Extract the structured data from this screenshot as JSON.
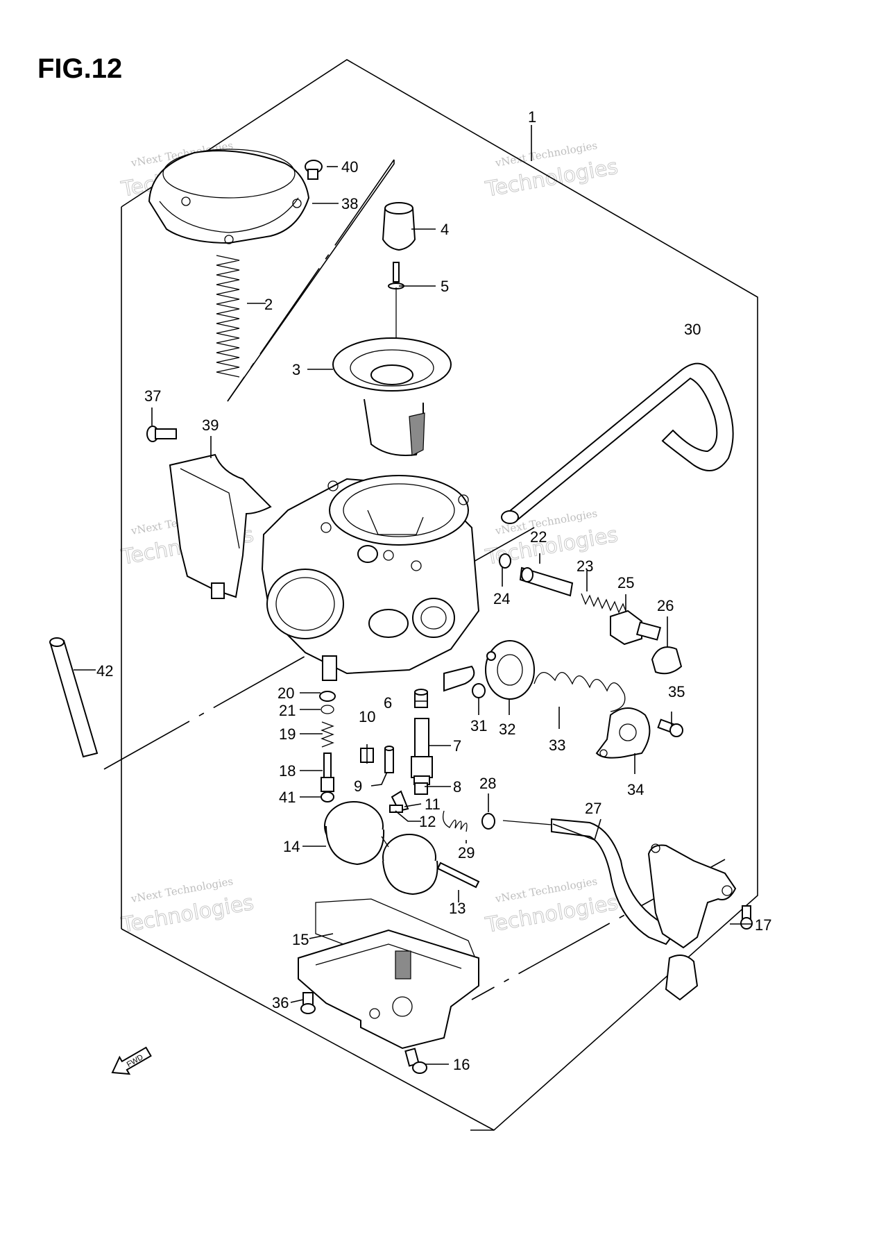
{
  "figure": {
    "title": "FIG.12",
    "fwd_label": "FWD"
  },
  "watermark": {
    "line1": "vNext Technologies",
    "line2": "vNext",
    "line3": "Technologies"
  },
  "callouts": [
    {
      "id": "1",
      "label": "1"
    },
    {
      "id": "2",
      "label": "2"
    },
    {
      "id": "3",
      "label": "3"
    },
    {
      "id": "4",
      "label": "4"
    },
    {
      "id": "5",
      "label": "5"
    },
    {
      "id": "6",
      "label": "6"
    },
    {
      "id": "7",
      "label": "7"
    },
    {
      "id": "8",
      "label": "8"
    },
    {
      "id": "9",
      "label": "9"
    },
    {
      "id": "10",
      "label": "10"
    },
    {
      "id": "11",
      "label": "11"
    },
    {
      "id": "12",
      "label": "12"
    },
    {
      "id": "13",
      "label": "13"
    },
    {
      "id": "14",
      "label": "14"
    },
    {
      "id": "15",
      "label": "15"
    },
    {
      "id": "16",
      "label": "16"
    },
    {
      "id": "17",
      "label": "17"
    },
    {
      "id": "18",
      "label": "18"
    },
    {
      "id": "19",
      "label": "19"
    },
    {
      "id": "20",
      "label": "20"
    },
    {
      "id": "21",
      "label": "21"
    },
    {
      "id": "22",
      "label": "22"
    },
    {
      "id": "23",
      "label": "23"
    },
    {
      "id": "24",
      "label": "24"
    },
    {
      "id": "25",
      "label": "25"
    },
    {
      "id": "26",
      "label": "26"
    },
    {
      "id": "27",
      "label": "27"
    },
    {
      "id": "28",
      "label": "28"
    },
    {
      "id": "29",
      "label": "29"
    },
    {
      "id": "30",
      "label": "30"
    },
    {
      "id": "31",
      "label": "31"
    },
    {
      "id": "32",
      "label": "32"
    },
    {
      "id": "33",
      "label": "33"
    },
    {
      "id": "34",
      "label": "34"
    },
    {
      "id": "35",
      "label": "35"
    },
    {
      "id": "36",
      "label": "36"
    },
    {
      "id": "37",
      "label": "37"
    },
    {
      "id": "38",
      "label": "38"
    },
    {
      "id": "39",
      "label": "39"
    },
    {
      "id": "40",
      "label": "40"
    },
    {
      "id": "41",
      "label": "41"
    },
    {
      "id": "42",
      "label": "42"
    }
  ]
}
